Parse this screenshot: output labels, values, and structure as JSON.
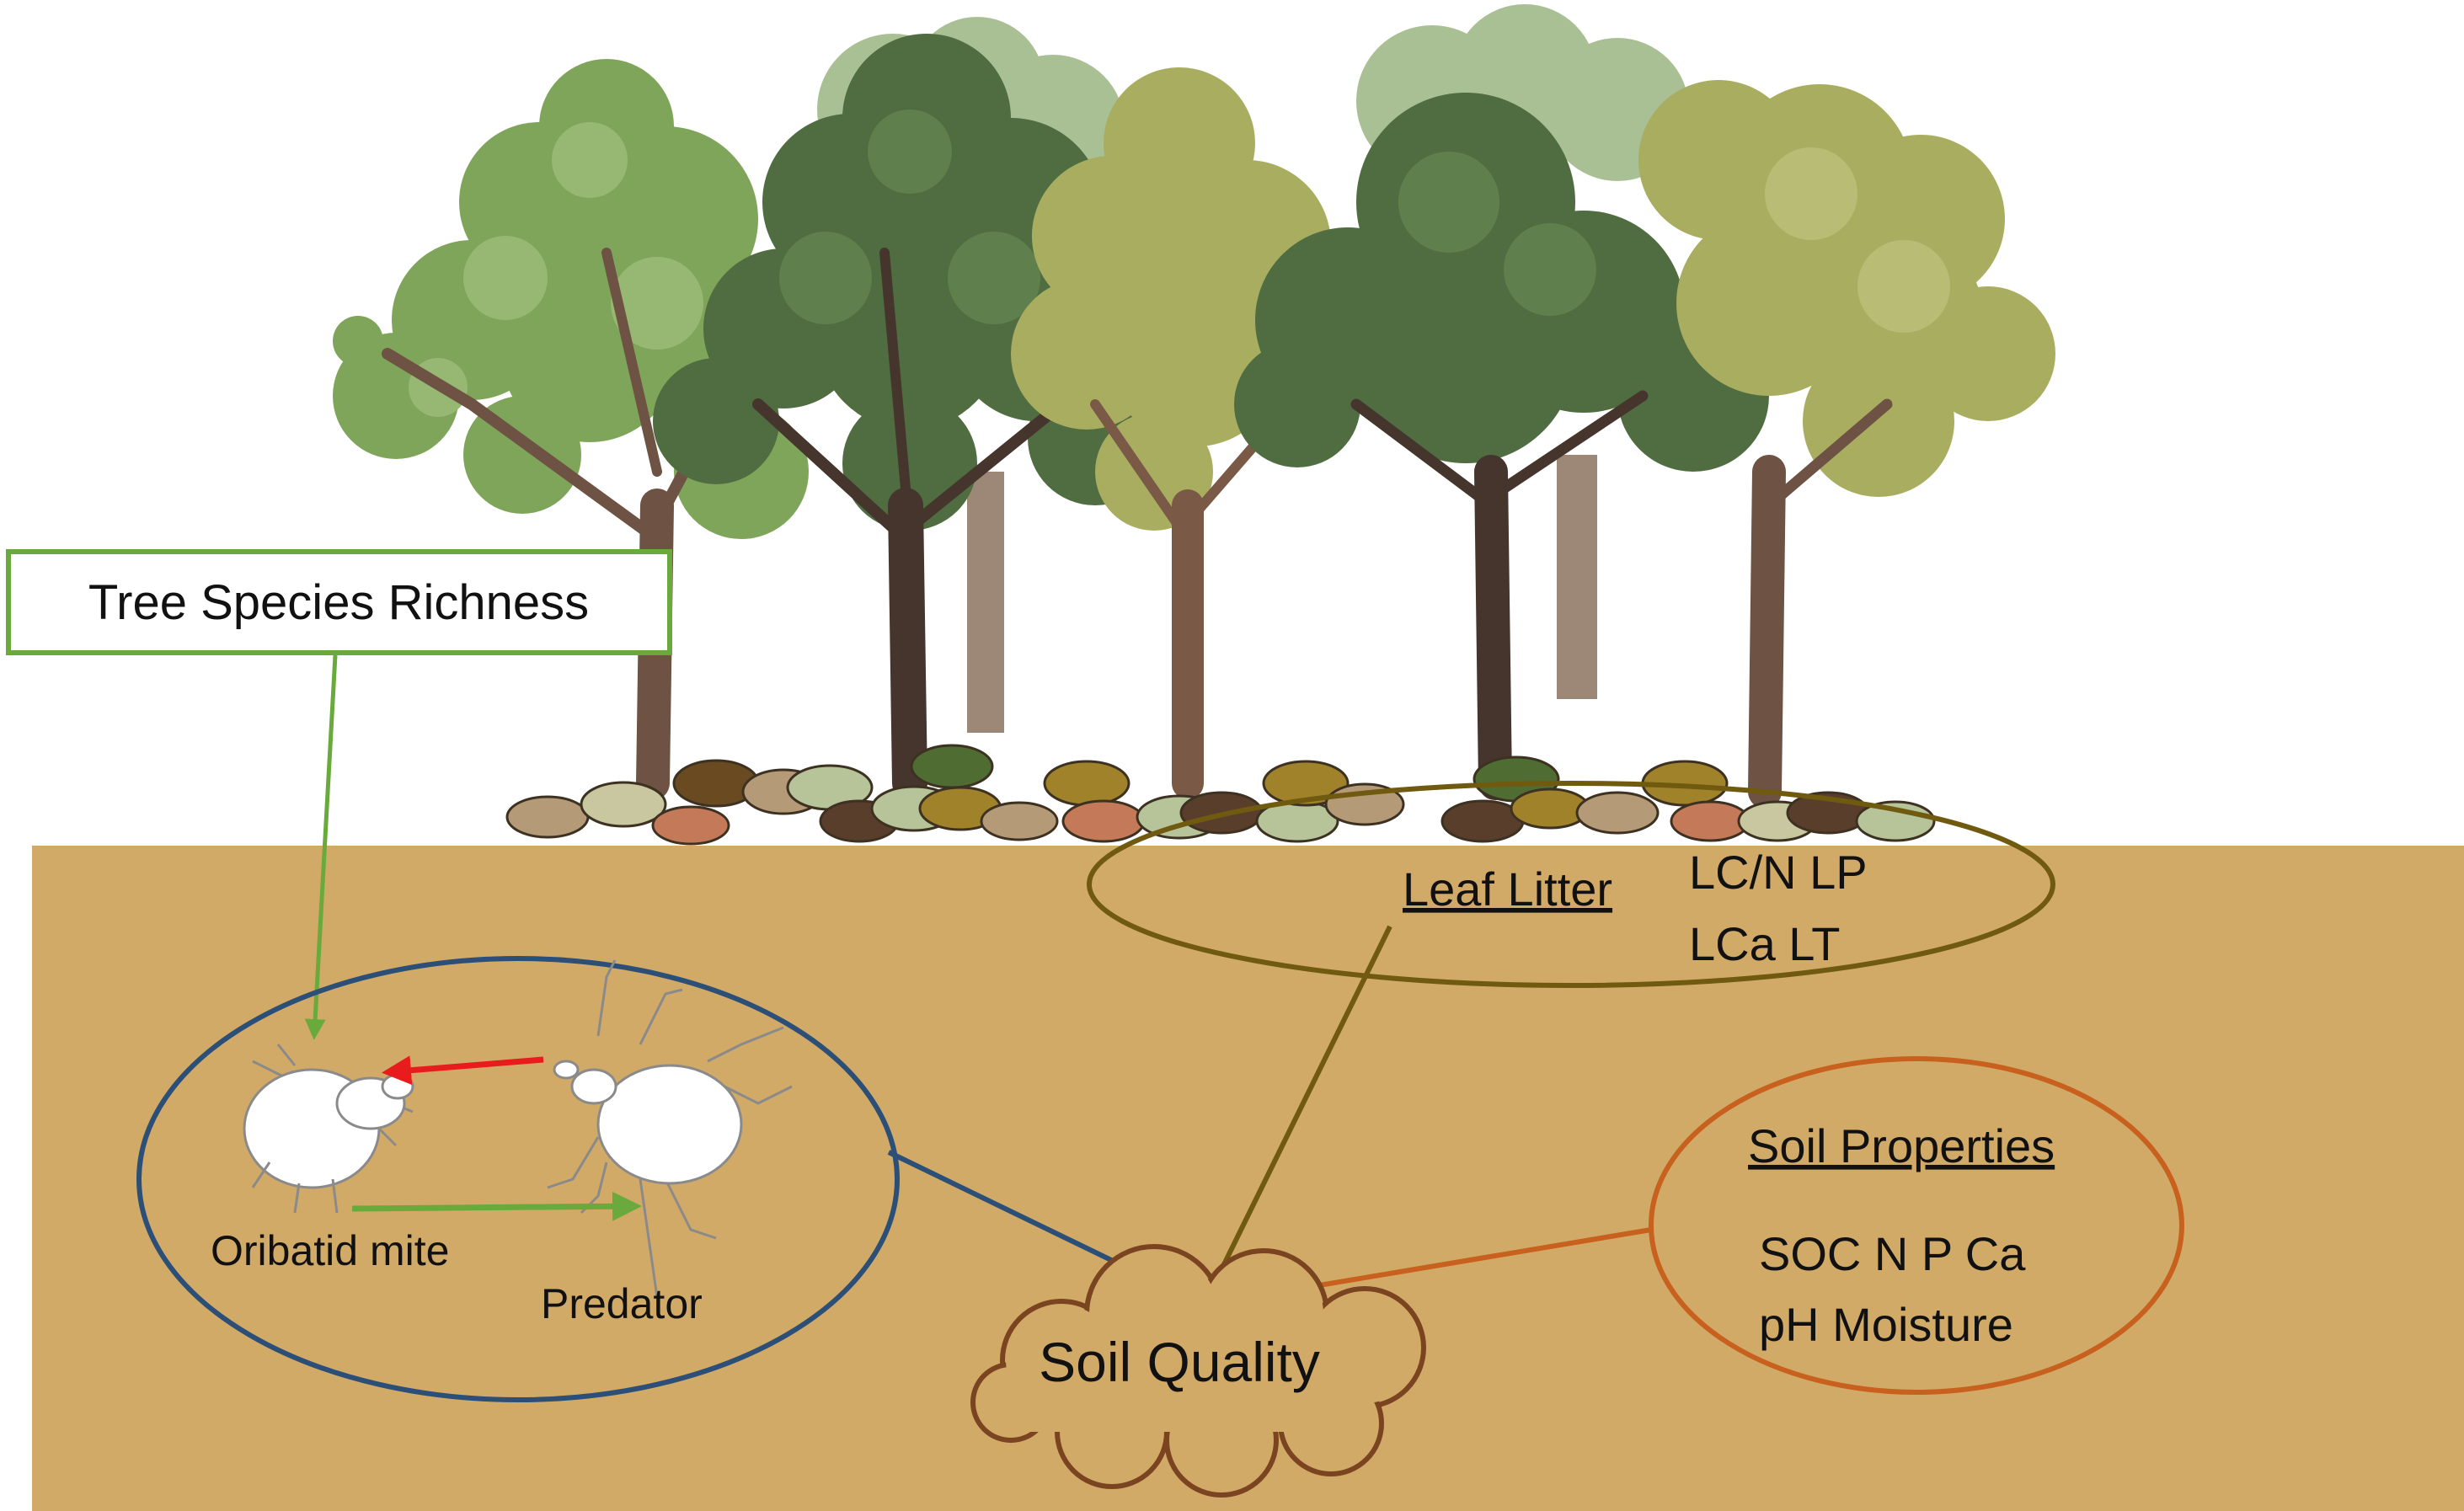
{
  "labels": {
    "tree_richness": "Tree Species Richness",
    "leaf_litter_title": "Leaf Litter",
    "leaf_litter_line1": "LC/N LP",
    "leaf_litter_line2": "LCa LT",
    "soil_properties_title": "Soil Properties",
    "soil_properties_line1": "SOC N P Ca",
    "soil_properties_line2": "pH Moisture",
    "soil_quality": "Soil Quality",
    "oribatid_mite": "Oribatid mite",
    "predator": "Predator"
  },
  "colors": {
    "soil": "#d2aa68",
    "tree_box": "#6aaa3c",
    "fauna_ellipse": "#2c4f78",
    "leaf_litter": "#6f5a10",
    "soil_properties": "#c8601e",
    "soil_quality_cloud": "#7a4420",
    "predation_arrow": "#e81c1c",
    "prey_arrow": "#6aaa3c"
  },
  "icons": [
    "tree-canopy-icon",
    "leaf-icon",
    "oribatid-mite-icon",
    "predator-mite-icon",
    "cloud-icon"
  ]
}
